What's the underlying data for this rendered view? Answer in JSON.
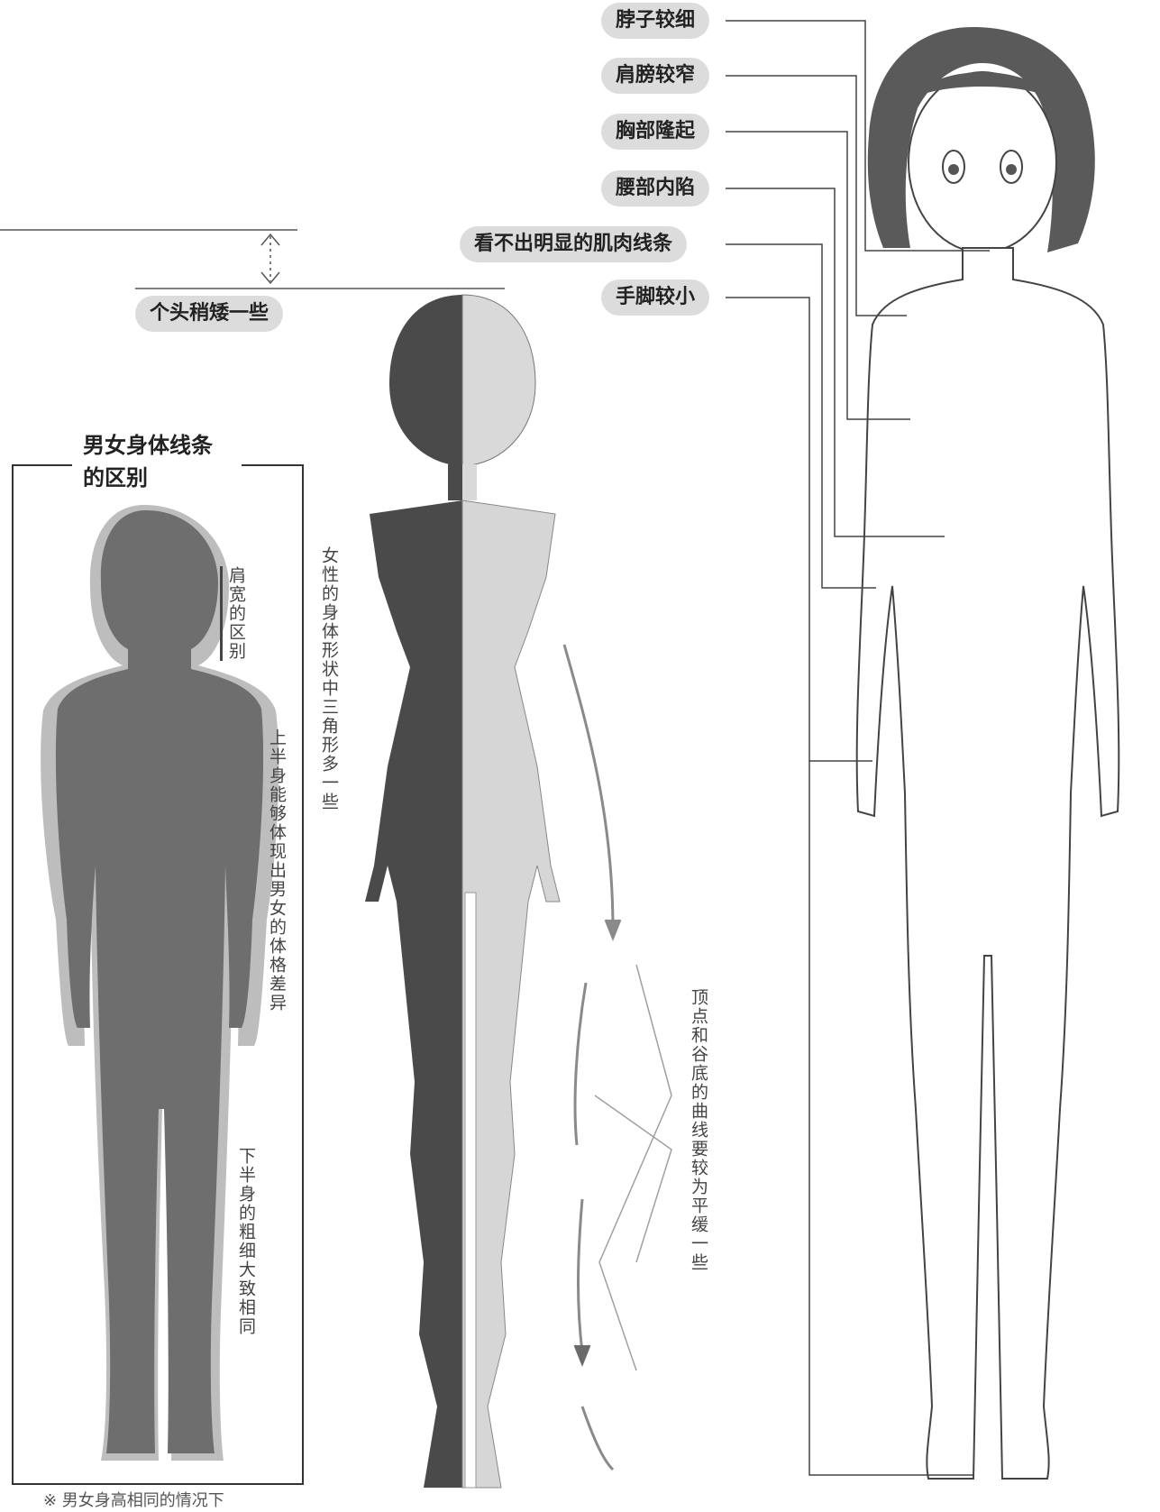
{
  "callouts": {
    "neck": "脖子较细",
    "shoulder": "肩膀较窄",
    "chest": "胸部隆起",
    "waist": "腰部内陷",
    "muscle": "看不出明显的肌肉线条",
    "limbs": "手脚较小",
    "height": "个头稍矮一些"
  },
  "section": {
    "title_line1": "男女身体线条",
    "title_line2": "的区别"
  },
  "notes": {
    "shoulder_width": "肩宽的区别",
    "upper_body": "上半身能够体现出男女的体格差异",
    "lower_body": "下半身的粗细大致相同",
    "triangles": "女性的身体形状中三角形多一些",
    "curves": "顶点和谷底的曲线要较为平缓一些"
  },
  "footnote": "※ 男女身高相同的情况下"
}
